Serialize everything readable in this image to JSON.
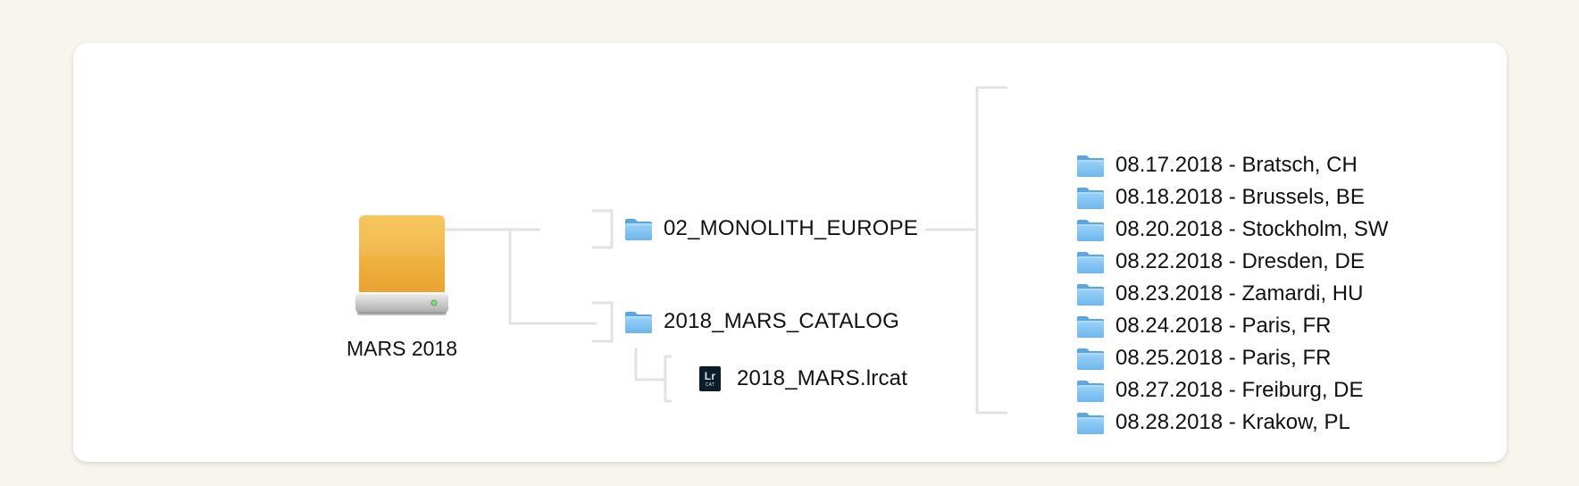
{
  "drive": {
    "label": "MARS 2018",
    "icon": "external-drive-icon"
  },
  "branches": [
    {
      "label": "02_MONOLITH_EUROPE",
      "icon": "folder-icon"
    },
    {
      "label": "2018_MARS_CATALOG",
      "icon": "folder-icon"
    }
  ],
  "catalog_file": {
    "label": "2018_MARS.lrcat",
    "icon": "lightroom-catalog-icon",
    "badge": {
      "title": "Lr",
      "sub": "CAT"
    }
  },
  "trips": [
    "08.17.2018 - Bratsch, CH",
    "08.18.2018 - Brussels, BE",
    "08.20.2018 - Stockholm, SW",
    "08.22.2018 - Dresden, DE",
    "08.23.2018 - Zamardi, HU",
    "08.24.2018 - Paris, FR",
    "08.25.2018 - Paris, FR",
    "08.27.2018 - Freiburg, DE",
    "08.28.2018 - Krakow, PL"
  ],
  "colors": {
    "background": "#f8f5ee",
    "card": "#ffffff",
    "connector": "#e2e2e2",
    "drive_top": "#f6c350",
    "drive_bottom": "#e8a12e",
    "folder": "#7fc2f1",
    "catalog_icon": "#0d1e2b"
  }
}
